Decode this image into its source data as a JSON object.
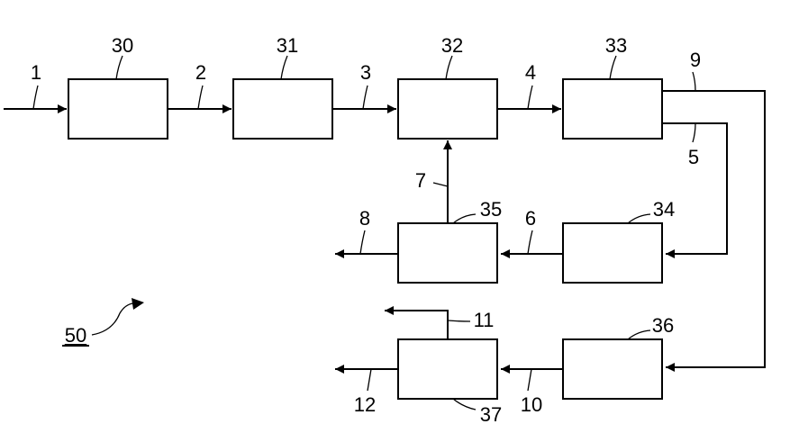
{
  "blocks": {
    "b30": "30",
    "b31": "31",
    "b32": "32",
    "b33": "33",
    "b34": "34",
    "b35": "35",
    "b36": "36",
    "b37": "37"
  },
  "streams": {
    "s1": "1",
    "s2": "2",
    "s3": "3",
    "s4": "4",
    "s5": "5",
    "s6": "6",
    "s7": "7",
    "s8": "8",
    "s9": "9",
    "s10": "10",
    "s11": "11",
    "s12": "12"
  },
  "system_ref": "50"
}
